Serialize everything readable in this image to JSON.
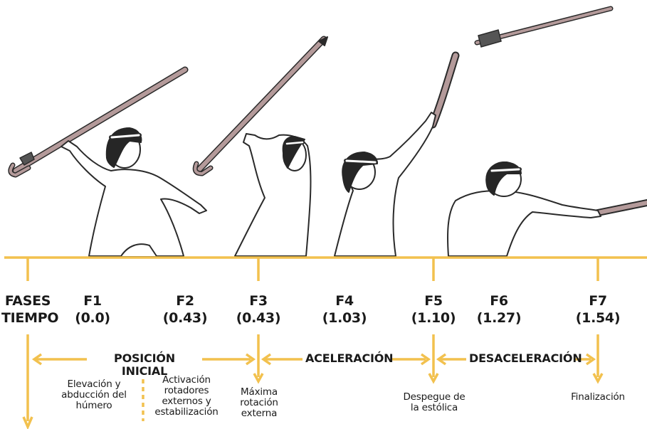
{
  "header": {
    "line1": "FASES",
    "line2": "TIEMPO"
  },
  "phases": [
    {
      "id": "F1",
      "time": "(0.0)"
    },
    {
      "id": "F2",
      "time": "(0.43)"
    },
    {
      "id": "F3",
      "time": "(0.43)"
    },
    {
      "id": "F4",
      "time": "(1.03)"
    },
    {
      "id": "F5",
      "time": "(1.10)"
    },
    {
      "id": "F6",
      "time": "(1.27)"
    },
    {
      "id": "F7",
      "time": "(1.54)"
    }
  ],
  "sections": {
    "posicion_inicial": "POSICIÓN INICIAL",
    "aceleracion": "ACELERACIÓN",
    "desaceleracion": "DESACELERACIÓN"
  },
  "descriptions": {
    "f1": "Elevación y abducción del húmero",
    "f2": "Activación rotadores externos y estabilización",
    "f3": "Máxima rotación externa",
    "f5": "Despegue de la estólica",
    "f7": "Finalización"
  },
  "colors": {
    "timeline": "#f2c14e",
    "skin": "#ffffff",
    "stroke": "#2a2a2a",
    "hair": "#262626",
    "headband": "#ffffff",
    "spear": "#b49a9a"
  }
}
